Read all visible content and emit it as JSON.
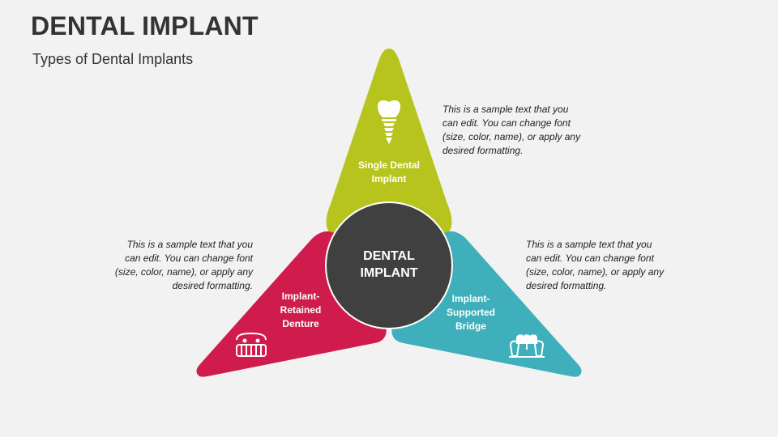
{
  "title": "DENTAL IMPLANT",
  "subtitle": "Types of Dental Implants",
  "center": {
    "label": "DENTAL\nIMPLANT",
    "color": "#404040"
  },
  "segments": [
    {
      "id": "top",
      "label": "Single Dental\nImplant",
      "color": "#b7c41e",
      "icon": "tooth-implant-icon",
      "description": "This is a sample text that you can edit. You can change font (size, color, name), or apply any desired formatting."
    },
    {
      "id": "left",
      "label": "Implant-\nRetained\nDenture",
      "color": "#cf1c4c",
      "icon": "denture-icon",
      "description": "This is a sample text that you can edit. You can change font (size, color, name), or apply any desired formatting."
    },
    {
      "id": "right",
      "label": "Implant-\nSupported\nBridge",
      "color": "#3fb0bb",
      "icon": "dental-bridge-icon",
      "description": "This is a sample text that you can edit. You can change font (size, color, name), or apply any desired formatting."
    }
  ]
}
